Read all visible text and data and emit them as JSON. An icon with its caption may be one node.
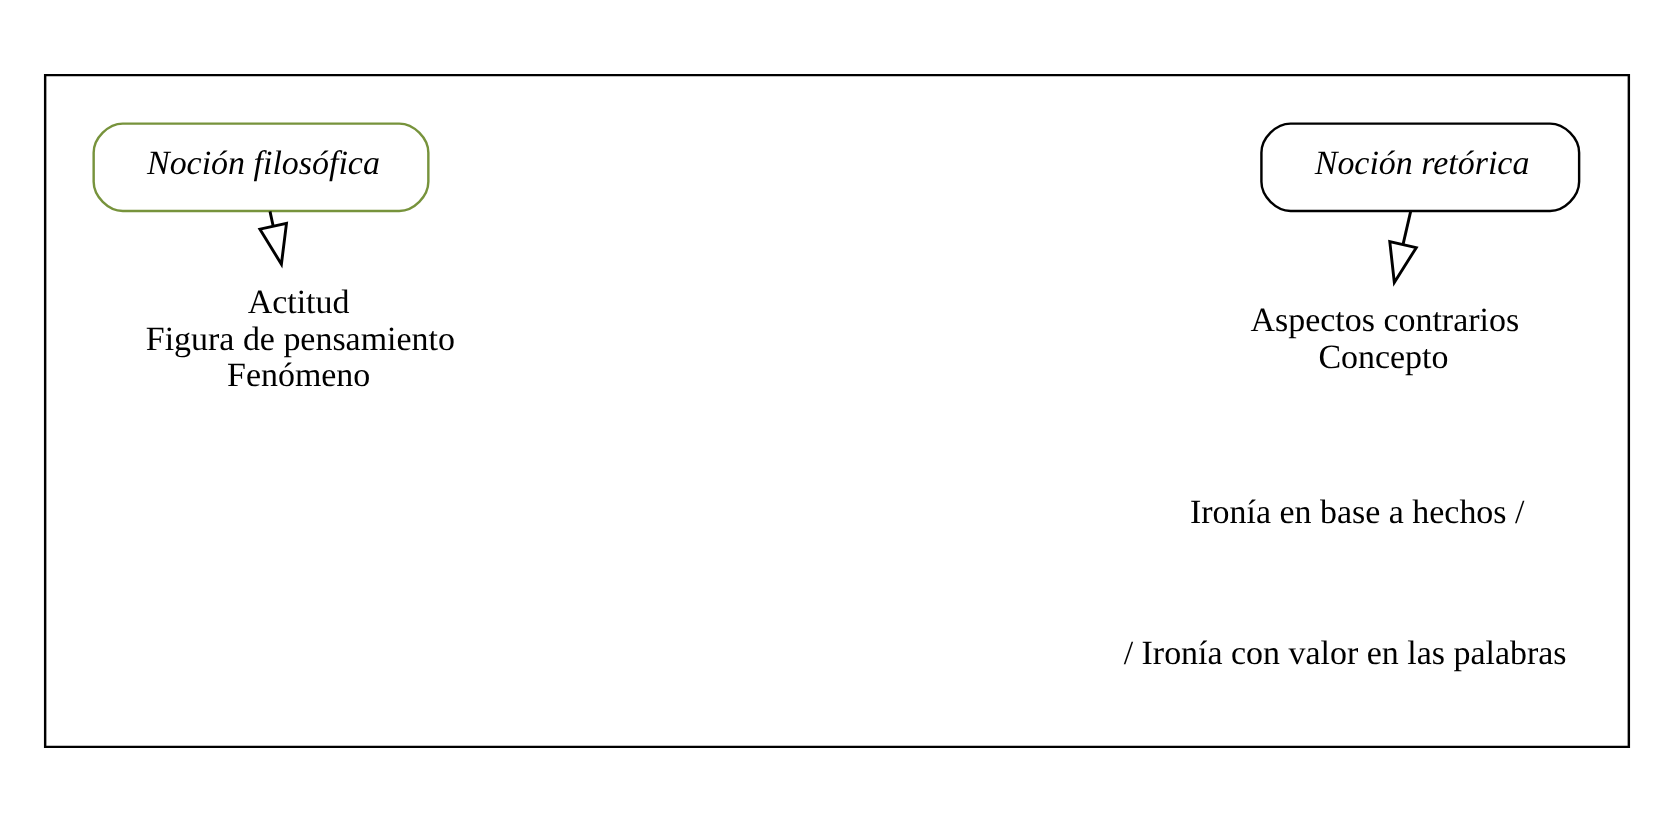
{
  "diagram": {
    "nodes": [
      {
        "text": [],
        "shape": "box"
      },
      {
        "text": [
          "Noción filosófica"
        ],
        "in": 0
      },
      {
        "text": [
          "Actitud",
          "Figura de pensamiento",
          "Fenómeno"
        ],
        "in": 0
      },
      {
        "text": [
          "Noción retórica"
        ],
        "in": 0
      },
      {
        "text": [
          "Aspectos contrarios",
          "Concepto"
        ],
        "in": 0
      }
    ],
    "edges": [
      {
        "from": 1,
        "to": 2,
        "arrow": "to"
      },
      {
        "from": 3,
        "to": 4,
        "arrow": "to"
      }
    ],
    "labels": [
      "Ironía en base a hechos /",
      "/ Ironía con valor en las palabras"
    ]
  }
}
